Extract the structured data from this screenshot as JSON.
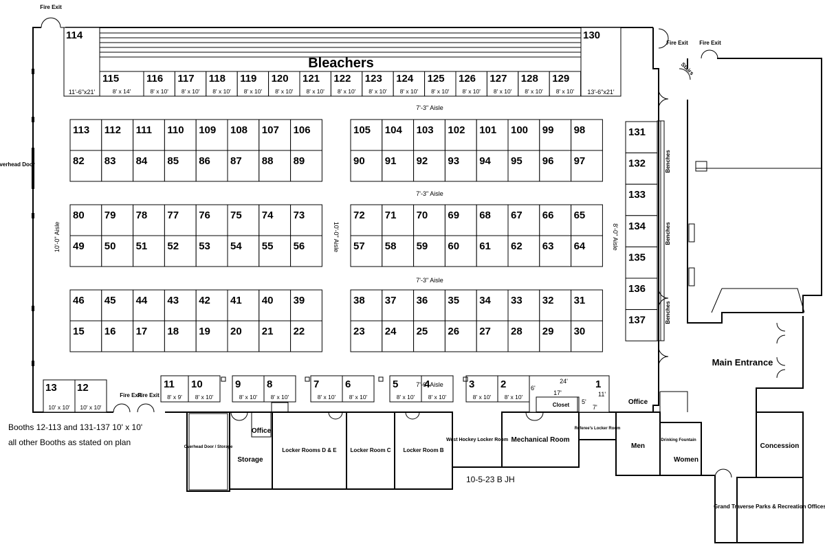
{
  "title": "Bleachers",
  "aisles": {
    "top": "7'-3\" Aisle",
    "mid1": "7'-3\" Aisle",
    "mid2": "7'-3\" Aisle",
    "bottom": "7'-6\" Aisle",
    "left": "10'-0\" Aisle",
    "center": "10'-0\" Aisle",
    "right": "8'-0\" Aisle"
  },
  "corner_booths": [
    {
      "number": "114",
      "size": "11'-6\"x21'"
    },
    {
      "number": "130",
      "size": "13'-6\"x21'"
    }
  ],
  "bleacher_booths": [
    {
      "number": "115",
      "size": "8' x 14'"
    },
    {
      "number": "116",
      "size": "8' x 10'"
    },
    {
      "number": "117",
      "size": "8' x 10'"
    },
    {
      "number": "118",
      "size": "8' x 10'"
    },
    {
      "number": "119",
      "size": "8' x 10'"
    },
    {
      "number": "120",
      "size": "8' x 10'"
    },
    {
      "number": "121",
      "size": "8' x 10'"
    },
    {
      "number": "122",
      "size": "8' x 10'"
    },
    {
      "number": "123",
      "size": "8' x 10'"
    },
    {
      "number": "124",
      "size": "8' x 10'"
    },
    {
      "number": "125",
      "size": "8' x 10'"
    },
    {
      "number": "126",
      "size": "8' x 10'"
    },
    {
      "number": "127",
      "size": "8' x 10'"
    },
    {
      "number": "128",
      "size": "8' x 10'"
    },
    {
      "number": "129",
      "size": "8' x 10'"
    }
  ],
  "grid_rows": [
    [
      "113",
      "112",
      "111",
      "110",
      "109",
      "108",
      "107",
      "106"
    ],
    [
      "82",
      "83",
      "84",
      "85",
      "86",
      "87",
      "88",
      "89"
    ],
    [
      "105",
      "104",
      "103",
      "102",
      "101",
      "100",
      "99",
      "98"
    ],
    [
      "90",
      "91",
      "92",
      "93",
      "94",
      "95",
      "96",
      "97"
    ],
    [
      "80",
      "79",
      "78",
      "77",
      "76",
      "75",
      "74",
      "73"
    ],
    [
      "49",
      "50",
      "51",
      "52",
      "53",
      "54",
      "55",
      "56"
    ],
    [
      "72",
      "71",
      "70",
      "69",
      "68",
      "67",
      "66",
      "65"
    ],
    [
      "57",
      "58",
      "59",
      "60",
      "61",
      "62",
      "63",
      "64"
    ],
    [
      "46",
      "45",
      "44",
      "43",
      "42",
      "41",
      "40",
      "39"
    ],
    [
      "15",
      "16",
      "17",
      "18",
      "19",
      "20",
      "21",
      "22"
    ],
    [
      "38",
      "37",
      "36",
      "35",
      "34",
      "33",
      "32",
      "31"
    ],
    [
      "23",
      "24",
      "25",
      "26",
      "27",
      "28",
      "29",
      "30"
    ]
  ],
  "right_booths": [
    "131",
    "132",
    "133",
    "134",
    "135",
    "136",
    "137"
  ],
  "bottom_booths": [
    {
      "number": "13",
      "size": "10' x 10'"
    },
    {
      "number": "12",
      "size": "10' x 10'"
    },
    {
      "number": "11",
      "size": "8' x 9'"
    },
    {
      "number": "10",
      "size": "8' x 10'"
    },
    {
      "number": "9",
      "size": "8' x 10'"
    },
    {
      "number": "8",
      "size": "8' x 10'"
    },
    {
      "number": "7",
      "size": "8' x 10'"
    },
    {
      "number": "6",
      "size": "8' x 10'"
    },
    {
      "number": "5",
      "size": "8' x 10'"
    },
    {
      "number": "4",
      "size": "8' x 10'"
    },
    {
      "number": "3",
      "size": "8' x 10'"
    },
    {
      "number": "2",
      "size": "8' x 10'"
    }
  ],
  "booth_1": {
    "number": "1",
    "dims": {
      "width": "24'",
      "depth": "6'",
      "closet_width": "17'",
      "right": "11'",
      "closet_right": "5'",
      "bottom": "7'"
    }
  },
  "labels": {
    "fire_exit": "Fire Exit",
    "overhead_door": "Overhead Door",
    "benches": "Benches",
    "stair": "Stairs",
    "main_entrance": "Main Entrance",
    "office": "Office",
    "office2": "Office",
    "closet": "Closet",
    "drinking_fountain": "Drinking Fountain"
  },
  "rooms": {
    "overhead_storage": "Overhead Door / Storage",
    "storage": "Storage",
    "locker_de": "Locker Rooms D & E",
    "locker_c": "Locker Room C",
    "locker_b": "Locker Room B",
    "west_hockey": "West Hockey Locker Room",
    "mechanical": "Mechanical Room",
    "referee": "Referee's Locker Room",
    "men": "Men",
    "women": "Women",
    "concession": "Concession",
    "gt_parks": "Grand Traverse Parks & Recreation Offices"
  },
  "notes": {
    "line1": "Booths 12-113 and 131-137 10' x 10'",
    "line2": "all other Booths as stated on plan",
    "stamp": "10-5-23 B JH"
  }
}
